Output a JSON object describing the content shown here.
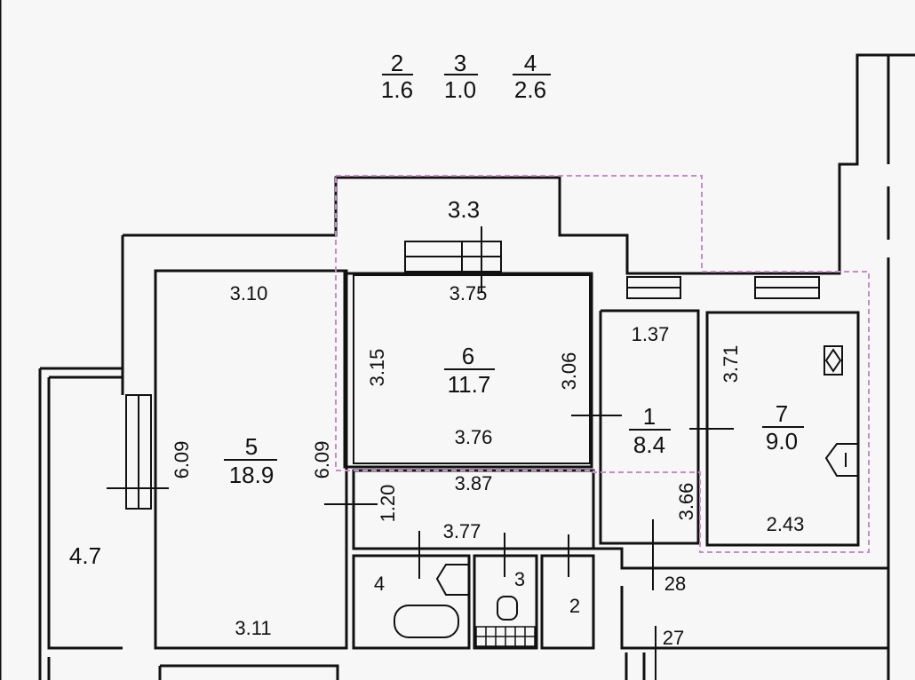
{
  "colors": {
    "ink": "#111111",
    "background": "#f7f7f7",
    "highlight_dashed": "#c98ac9"
  },
  "header_fractions": [
    {
      "num": "2",
      "den": "1.6"
    },
    {
      "num": "3",
      "den": "1.0"
    },
    {
      "num": "4",
      "den": "2.6"
    }
  ],
  "rooms": {
    "r6": {
      "num": "6",
      "area": "11.7"
    },
    "r5": {
      "num": "5",
      "area": "18.9"
    },
    "r1": {
      "num": "1",
      "area": "8.4"
    },
    "r7": {
      "num": "7",
      "area": "9.0"
    }
  },
  "dims": {
    "balcony_top": "3.3",
    "r5_top": "3.10",
    "r6_top": "3.75",
    "r6_left": "3.15",
    "r6_right": "3.06",
    "r6_bottom": "3.76",
    "r1_top": "1.37",
    "r7_left": "3.71",
    "r5_left": "6.09",
    "r5_right": "6.09",
    "corridor_top": "3.87",
    "corridor_height": "1.20",
    "corridor_bottom": "3.77",
    "r1_lower": "3.66",
    "r7_bottom": "2.43",
    "r5_bottom": "3.11",
    "left_balcony": "4.7"
  },
  "small_rooms": {
    "bath": "4",
    "wc": "3",
    "closet": "2"
  },
  "corridor_numbers": {
    "n28": "28",
    "n27": "27"
  }
}
